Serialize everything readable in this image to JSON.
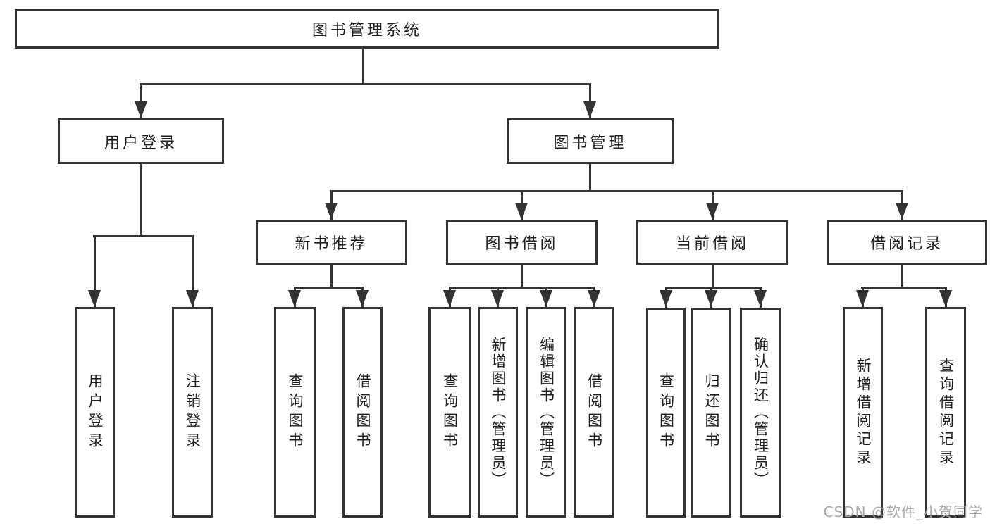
{
  "diagram": {
    "title": "图书管理系统",
    "level2": {
      "user_login": "用户登录",
      "book_mgmt": "图书管理"
    },
    "level3": {
      "new_books": "新书推荐",
      "borrow": "图书借阅",
      "current": "当前借阅",
      "records": "借阅记录"
    },
    "leaves": {
      "user_login_1": "用户登录",
      "user_login_2": "注销登录",
      "new_books_1": "查询图书",
      "new_books_2": "借阅图书",
      "borrow_1": "查询图书",
      "borrow_2": "新增图书（管理员）",
      "borrow_3": "编辑图书（管理员）",
      "borrow_4": "借阅图书",
      "current_1": "查询图书",
      "current_2": "归还图书",
      "current_3": "确认归还（管理员）",
      "records_1": "新增借阅记录",
      "records_2": "查询借阅记录"
    }
  },
  "watermark": "CSDN @软件_小贺同学",
  "colors": {
    "line": "#333333",
    "text": "#1f1f1f",
    "watermark": "#a8a8a8",
    "background": "#ffffff"
  }
}
